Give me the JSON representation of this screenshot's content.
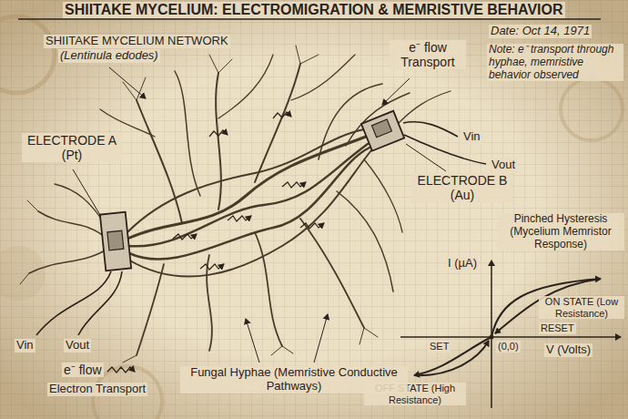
{
  "diagram": {
    "title": "SHIITAKE MYCELIUM: ELECTROMIGRATION & MEMRISTIVE BEHAVIOR",
    "labels": [
      "Date: Oct 14, 1971",
      "SHIITAKE MYCELIUM NETWORK",
      "(Lentinula edodes)",
      "e⁻ flow Transport",
      "Note: e⁻ transport through hyphae, memristive behavior observed",
      "ELECTRODE A (Pt)",
      "ELECTRODE B (Au)",
      "Vin",
      "Vout",
      "Vin",
      "Vout",
      "Pinched Hysteresis (Mycelium Memristor Response)",
      "I (µA)",
      "ON STATE (Low Resistance)",
      "RESET",
      "(0,0)",
      "V (Volts)",
      "SET",
      "OFF STATE (High Resistance)",
      "Fungal Hyphae (Memristive Conductive Pathways)",
      "e⁻ flow",
      "Electron Transport"
    ]
  }
}
